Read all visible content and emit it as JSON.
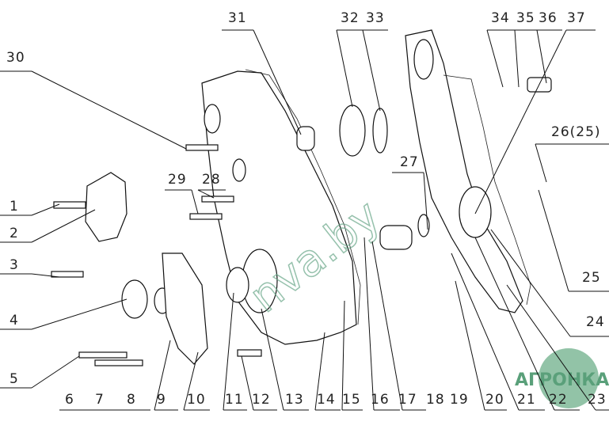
{
  "diagram": {
    "title": "Timing gear cover exploded view",
    "labels": [
      "1",
      "2",
      "3",
      "4",
      "5",
      "6",
      "7",
      "8",
      "9",
      "10",
      "11",
      "12",
      "13",
      "14",
      "15",
      "16",
      "17",
      "18",
      "19",
      "20",
      "21",
      "22",
      "23",
      "24",
      "25",
      "26(25)",
      "27",
      "28",
      "29",
      "30",
      "31",
      "32",
      "33",
      "34",
      "35",
      "36",
      "37"
    ],
    "watermark": "nva.by",
    "logo": "АГРОНКА",
    "colors": {
      "watermark": "#6aa88a",
      "logo": "#5aa07a",
      "line": "#111111"
    }
  }
}
